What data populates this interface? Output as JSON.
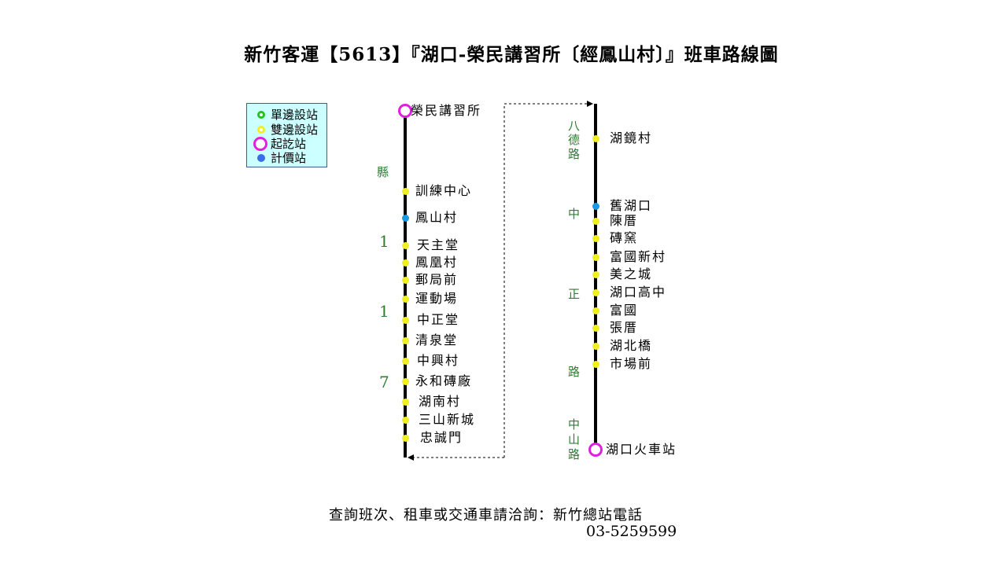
{
  "title": "新竹客運【5613】『湖口-榮民講習所〔經鳳山村〕』班車路線圖",
  "legend": {
    "single": "單邊設站",
    "double": "雙邊設站",
    "terminal": "起訖站",
    "fare": "計價站"
  },
  "colors": {
    "single": "#22c422",
    "double": "#f0f020",
    "terminal": "#e020e0",
    "fare": "#1a9ae0",
    "road": "#2e7d32",
    "legend_bg": "#ccffff"
  },
  "left_route": {
    "roads": [
      "縣",
      "1",
      "1",
      "7"
    ],
    "stops": [
      {
        "name": "榮民講習所",
        "type": "terminal"
      },
      {
        "name": "訓練中心",
        "type": "double"
      },
      {
        "name": "鳳山村",
        "type": "fare"
      },
      {
        "name": "天主堂",
        "type": "double"
      },
      {
        "name": "鳳凰村",
        "type": "double"
      },
      {
        "name": "郵局前",
        "type": "double"
      },
      {
        "name": "運動場",
        "type": "double"
      },
      {
        "name": "中正堂",
        "type": "double"
      },
      {
        "name": "清泉堂",
        "type": "double"
      },
      {
        "name": "中興村",
        "type": "double"
      },
      {
        "name": "永和磚廠",
        "type": "double"
      },
      {
        "name": "湖南村",
        "type": "double"
      },
      {
        "name": "三山新城",
        "type": "double"
      },
      {
        "name": "忠誠門",
        "type": "double"
      }
    ]
  },
  "right_route": {
    "roads": [
      "八",
      "德",
      "路",
      "中",
      "正",
      "路",
      "中",
      "山",
      "路"
    ],
    "stops": [
      {
        "name": "湖鏡村",
        "type": "double"
      },
      {
        "name": "舊湖口",
        "type": "fare"
      },
      {
        "name": "陳厝",
        "type": "double"
      },
      {
        "name": "磚窯",
        "type": "double"
      },
      {
        "name": "富國新村",
        "type": "double"
      },
      {
        "name": "美之城",
        "type": "double"
      },
      {
        "name": "湖口高中",
        "type": "double"
      },
      {
        "name": "富國",
        "type": "double"
      },
      {
        "name": "張厝",
        "type": "double"
      },
      {
        "name": "湖北橋",
        "type": "double"
      },
      {
        "name": "市場前",
        "type": "double"
      },
      {
        "name": "湖口火車站",
        "type": "terminal"
      }
    ]
  },
  "footer": {
    "line1": "查詢班次、租車或交通車請洽詢：新竹總站電話",
    "line2": "03-5259599"
  }
}
